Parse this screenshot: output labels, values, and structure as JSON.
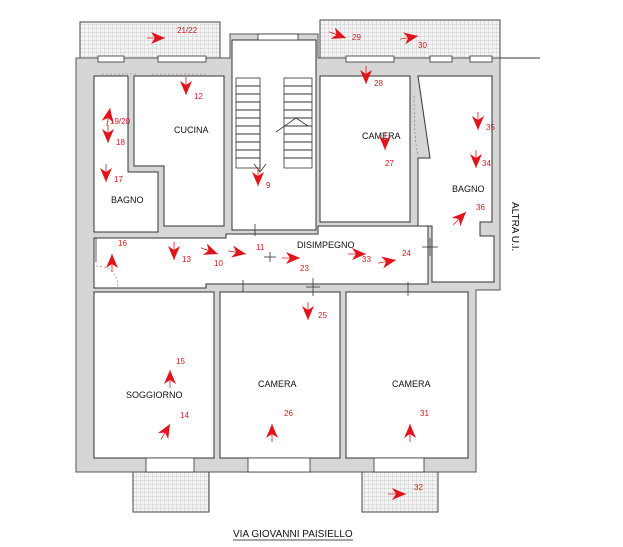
{
  "street": "VIA GIOVANNI PAISIELLO",
  "adjacent": "ALTRA U.I.",
  "colors": {
    "marker": "#e2141b",
    "wall": "#d6d6d6",
    "ink": "#111111"
  },
  "rooms": [
    {
      "id": "cucina",
      "label": "CUCINA"
    },
    {
      "id": "bagno-left",
      "label": "BAGNO"
    },
    {
      "id": "camera-top",
      "label": "CAMERA"
    },
    {
      "id": "bagno-right",
      "label": "BAGNO"
    },
    {
      "id": "disimpegno",
      "label": "DISIMPEGNO"
    },
    {
      "id": "soggiorno",
      "label": "SOGGIORNO"
    },
    {
      "id": "camera-mid",
      "label": "CAMERA"
    },
    {
      "id": "camera-right",
      "label": "CAMERA"
    }
  ],
  "markers": [
    {
      "id": "m-21-22",
      "label": "21/22"
    },
    {
      "id": "m-29",
      "label": "29"
    },
    {
      "id": "m-30",
      "label": "30"
    },
    {
      "id": "m-12",
      "label": "12"
    },
    {
      "id": "m-28",
      "label": "28"
    },
    {
      "id": "m-19-20",
      "label": "19/20"
    },
    {
      "id": "m-18",
      "label": "18"
    },
    {
      "id": "m-35",
      "label": "35"
    },
    {
      "id": "m-27",
      "label": "27"
    },
    {
      "id": "m-34",
      "label": "34"
    },
    {
      "id": "m-17",
      "label": "17"
    },
    {
      "id": "m-9",
      "label": "9"
    },
    {
      "id": "m-36",
      "label": "36"
    },
    {
      "id": "m-16",
      "label": "16"
    },
    {
      "id": "m-11",
      "label": "11"
    },
    {
      "id": "m-10",
      "label": "10"
    },
    {
      "id": "m-13",
      "label": "13"
    },
    {
      "id": "m-23",
      "label": "23"
    },
    {
      "id": "m-33",
      "label": "33"
    },
    {
      "id": "m-24",
      "label": "24"
    },
    {
      "id": "m-25",
      "label": "25"
    },
    {
      "id": "m-15",
      "label": "15"
    },
    {
      "id": "m-14",
      "label": "14"
    },
    {
      "id": "m-26",
      "label": "26"
    },
    {
      "id": "m-31",
      "label": "31"
    },
    {
      "id": "m-32",
      "label": "32"
    }
  ]
}
